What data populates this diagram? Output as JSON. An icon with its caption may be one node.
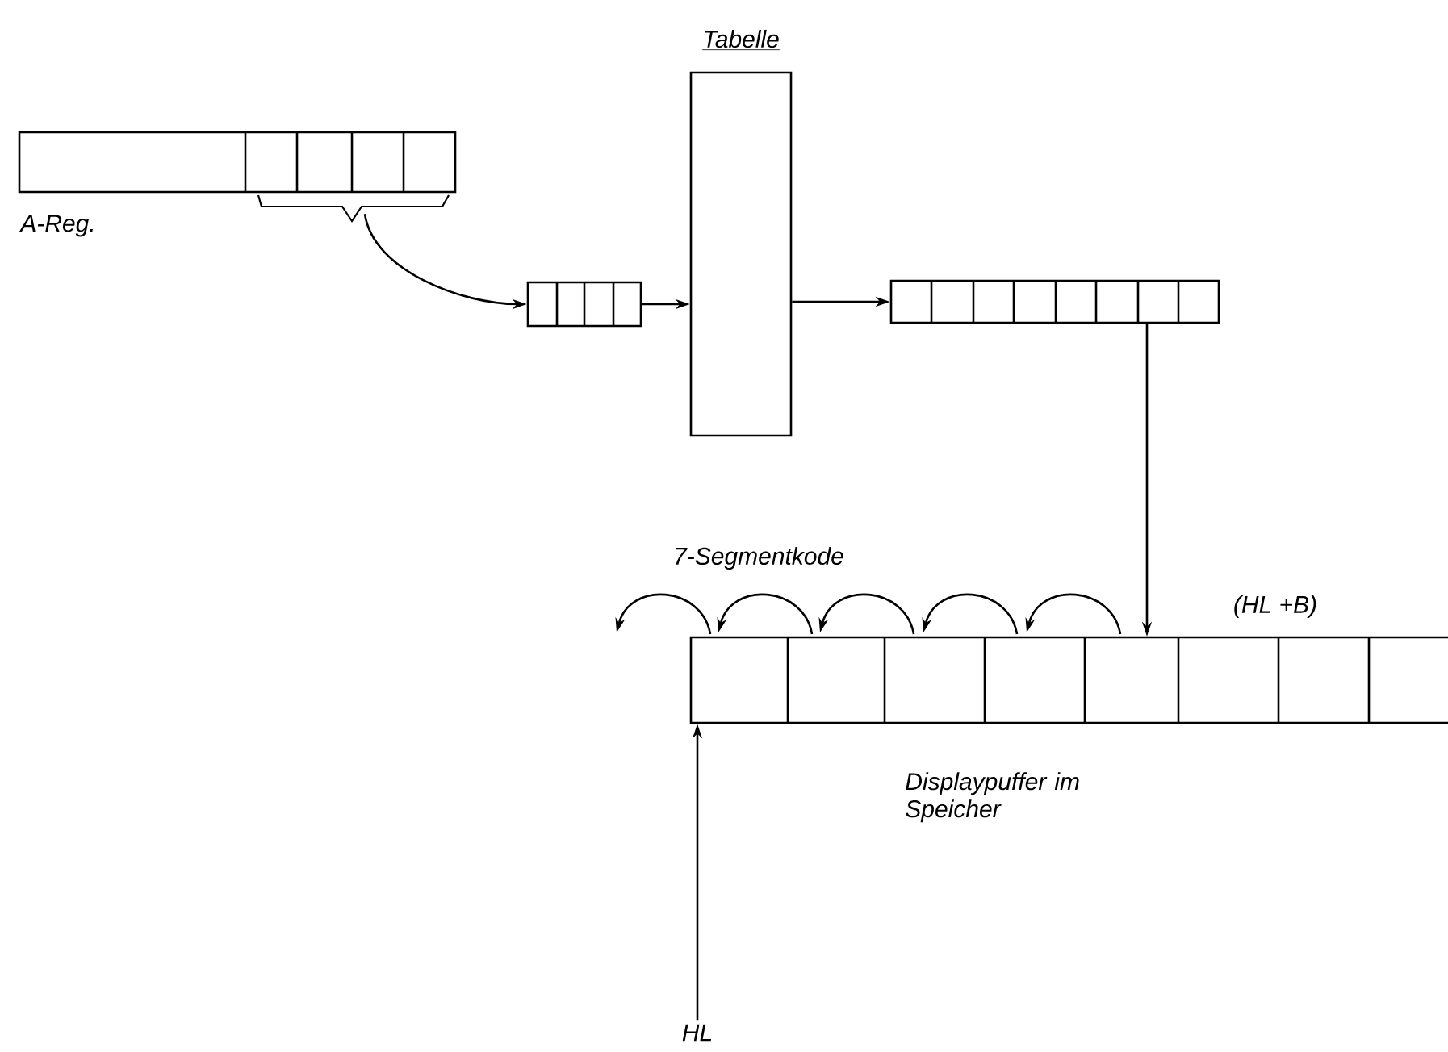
{
  "diagram": {
    "nodes": [
      {
        "text": [
          "A-Reg."
        ]
      },
      {
        "text": [],
        "shape": "box"
      },
      {
        "text": [
          "Tabelle"
        ]
      },
      {
        "text": [],
        "shape": "box"
      },
      {
        "text": [
          "Displaypuffer im Speicher"
        ]
      },
      {
        "text": [
          "HL"
        ]
      }
    ],
    "edges": [
      {
        "from": 0,
        "to": 1,
        "arrow": "to"
      },
      {
        "from": 1,
        "to": 2,
        "arrow": "to"
      },
      {
        "from": 2,
        "to": 3,
        "arrow": "to"
      },
      {
        "from": 3,
        "to": 4,
        "arrow": "to"
      },
      {
        "from": 5,
        "to": 4,
        "arrow": "to"
      }
    ],
    "labels": [
      "7-Segmentkode",
      "(HL +B)"
    ]
  }
}
